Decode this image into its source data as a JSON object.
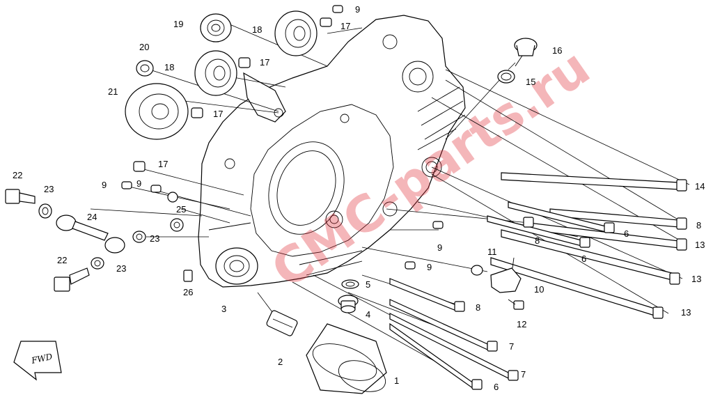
{
  "diagram": {
    "watermark": "CMC-parts.ru",
    "fwd_label": "FWD",
    "callouts": {
      "c1": "1",
      "c2": "2",
      "c3": "3",
      "c4": "4",
      "c5": "5",
      "c6a": "6",
      "c6b": "6",
      "c6c": "6",
      "c7a": "7",
      "c7b": "7",
      "c8a": "8",
      "c8b": "8",
      "c8c": "8",
      "c9a": "9",
      "c9b": "9",
      "c9c": "9",
      "c9d": "9",
      "c9e": "9",
      "c10": "10",
      "c11": "11",
      "c12": "12",
      "c13a": "13",
      "c13b": "13",
      "c13c": "13",
      "c14": "14",
      "c15": "15",
      "c16": "16",
      "c17a": "17",
      "c17b": "17",
      "c17c": "17",
      "c17d": "17",
      "c18a": "18",
      "c18b": "18",
      "c19": "19",
      "c20": "20",
      "c21": "21",
      "c22a": "22",
      "c22b": "22",
      "c23a": "23",
      "c23b": "23",
      "c23c": "23",
      "c24": "24",
      "c25": "25",
      "c26": "26"
    }
  }
}
